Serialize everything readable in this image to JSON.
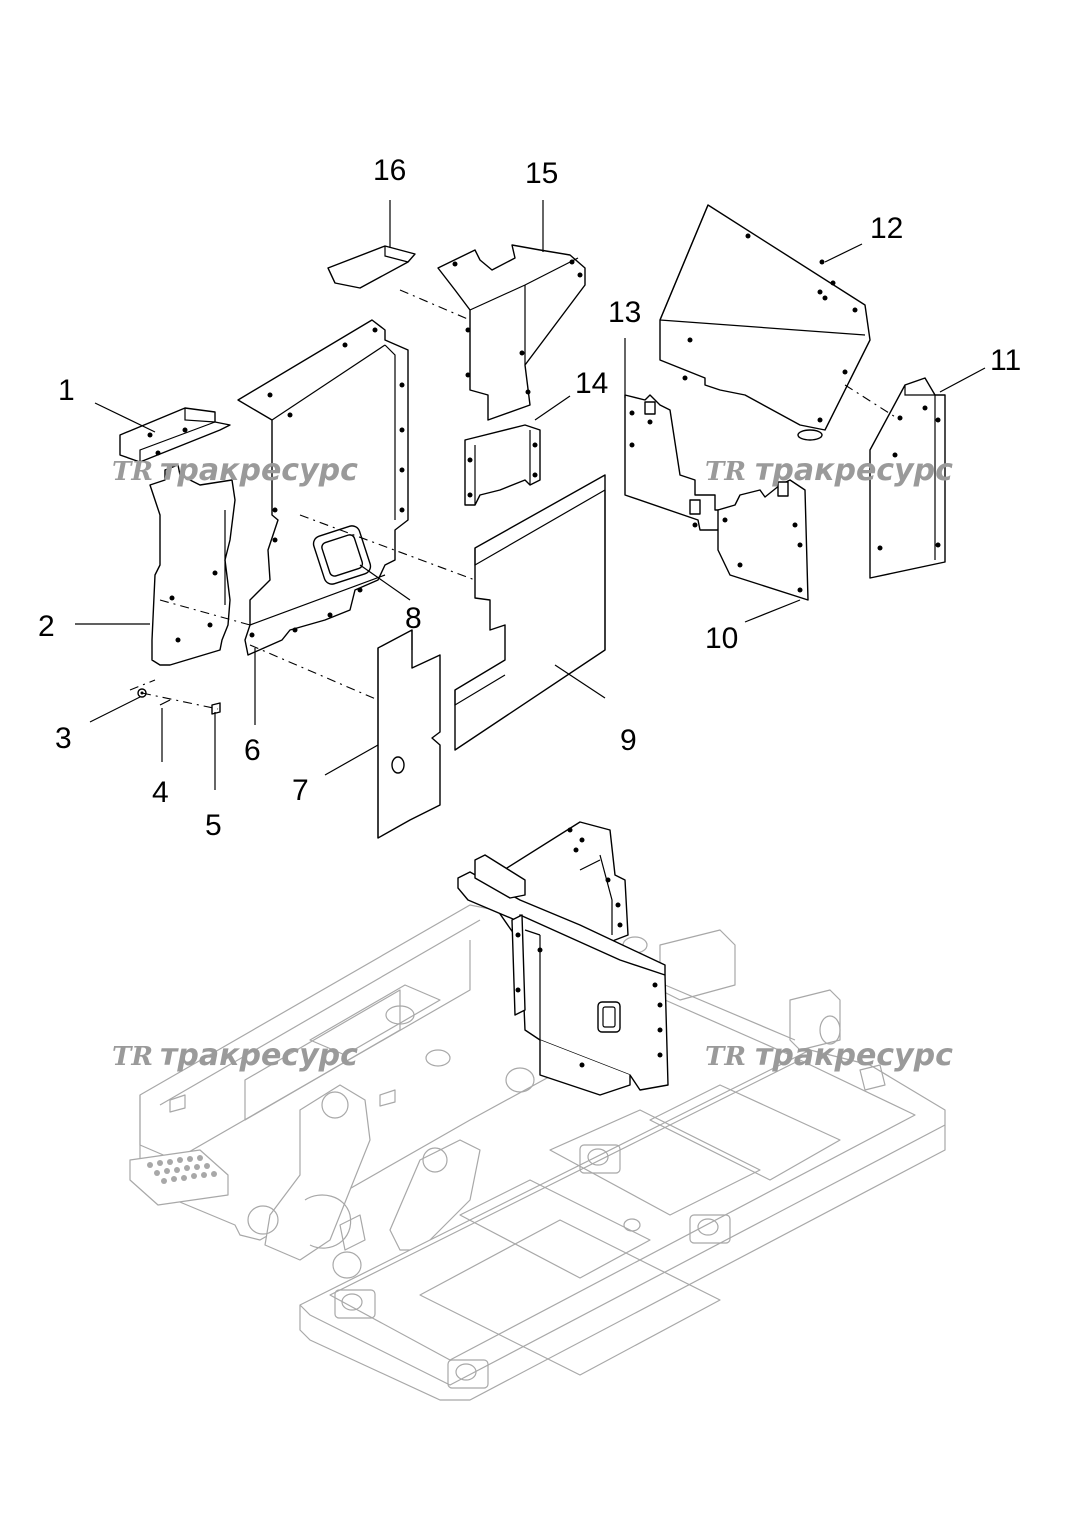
{
  "callouts": [
    {
      "id": "1",
      "label": "1"
    },
    {
      "id": "2",
      "label": "2"
    },
    {
      "id": "3",
      "label": "3"
    },
    {
      "id": "4",
      "label": "4"
    },
    {
      "id": "5",
      "label": "5"
    },
    {
      "id": "6",
      "label": "6"
    },
    {
      "id": "7",
      "label": "7"
    },
    {
      "id": "8",
      "label": "8"
    },
    {
      "id": "9",
      "label": "9"
    },
    {
      "id": "10",
      "label": "10"
    },
    {
      "id": "11",
      "label": "11"
    },
    {
      "id": "12",
      "label": "12"
    },
    {
      "id": "13",
      "label": "13"
    },
    {
      "id": "14",
      "label": "14"
    },
    {
      "id": "15",
      "label": "15"
    },
    {
      "id": "16",
      "label": "16"
    }
  ],
  "watermark": {
    "logo": "TR",
    "text": "тракресурс"
  },
  "colors": {
    "line": "#000000",
    "frame": "#a8a8a8",
    "watermark": "#9a9a9a",
    "background": "#ffffff"
  }
}
